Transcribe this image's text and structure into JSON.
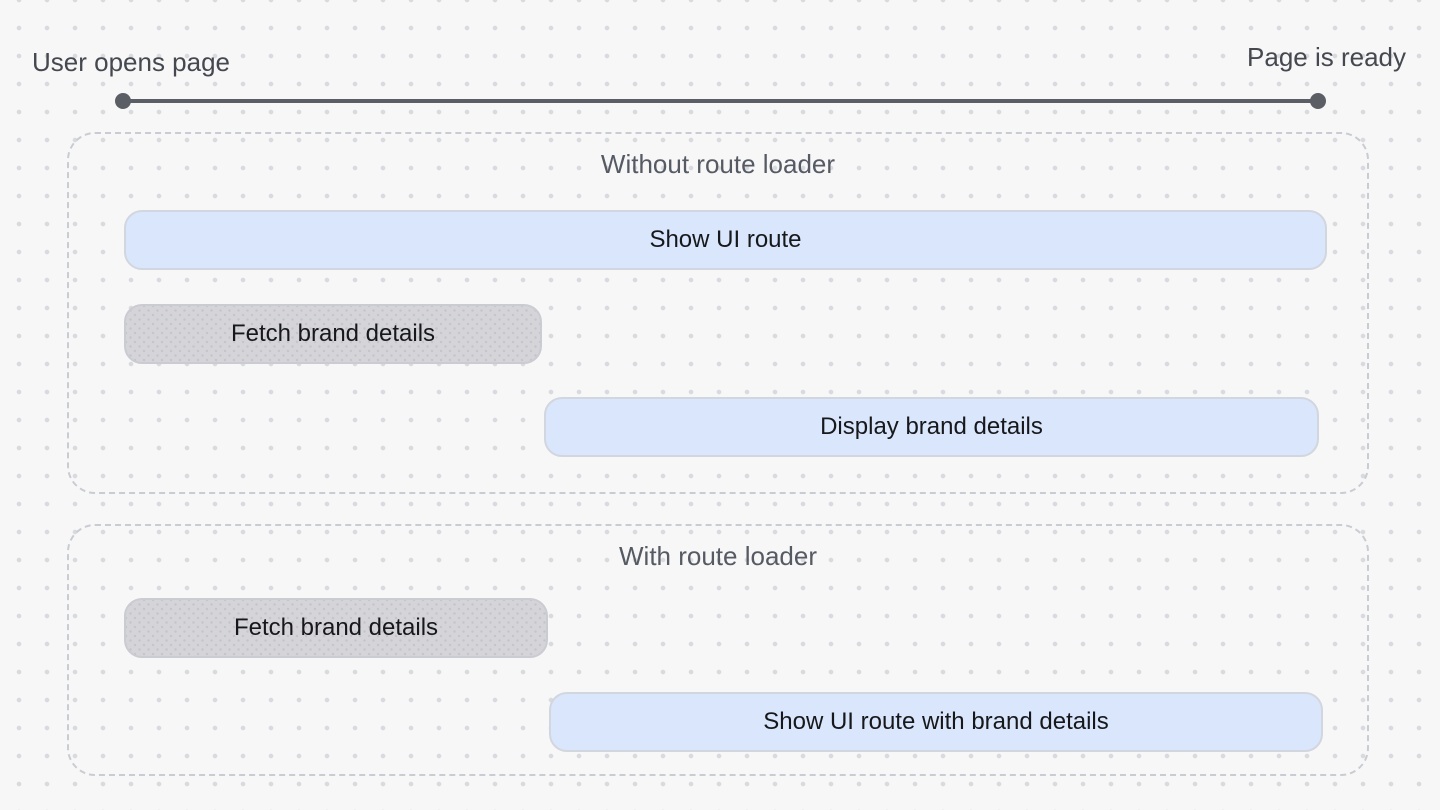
{
  "timeline": {
    "start_label": "User opens page",
    "end_label": "Page is ready"
  },
  "sections": [
    {
      "title": "Without route loader",
      "bars": [
        {
          "label": "Show UI route",
          "type": "blue"
        },
        {
          "label": "Fetch brand details",
          "type": "gray"
        },
        {
          "label": "Display brand details",
          "type": "blue"
        }
      ]
    },
    {
      "title": "With route loader",
      "bars": [
        {
          "label": "Fetch brand details",
          "type": "gray"
        },
        {
          "label": "Show UI route with brand details",
          "type": "blue"
        }
      ]
    }
  ],
  "colors": {
    "background": "#f7f7f8",
    "grid_dot": "#d9dade",
    "blue_bar": "#d9e6fb",
    "gray_bar": "#d4d4d9",
    "gray_bar_texture_dot": "#c4c5cc",
    "bar_border": "#d2d6de",
    "dashed_border": "#c9ccd2",
    "timeline_line": "#5c5e66",
    "bar_text": "#17181c",
    "section_title_text": "#565a63",
    "timeline_label_text": "#45484f"
  }
}
